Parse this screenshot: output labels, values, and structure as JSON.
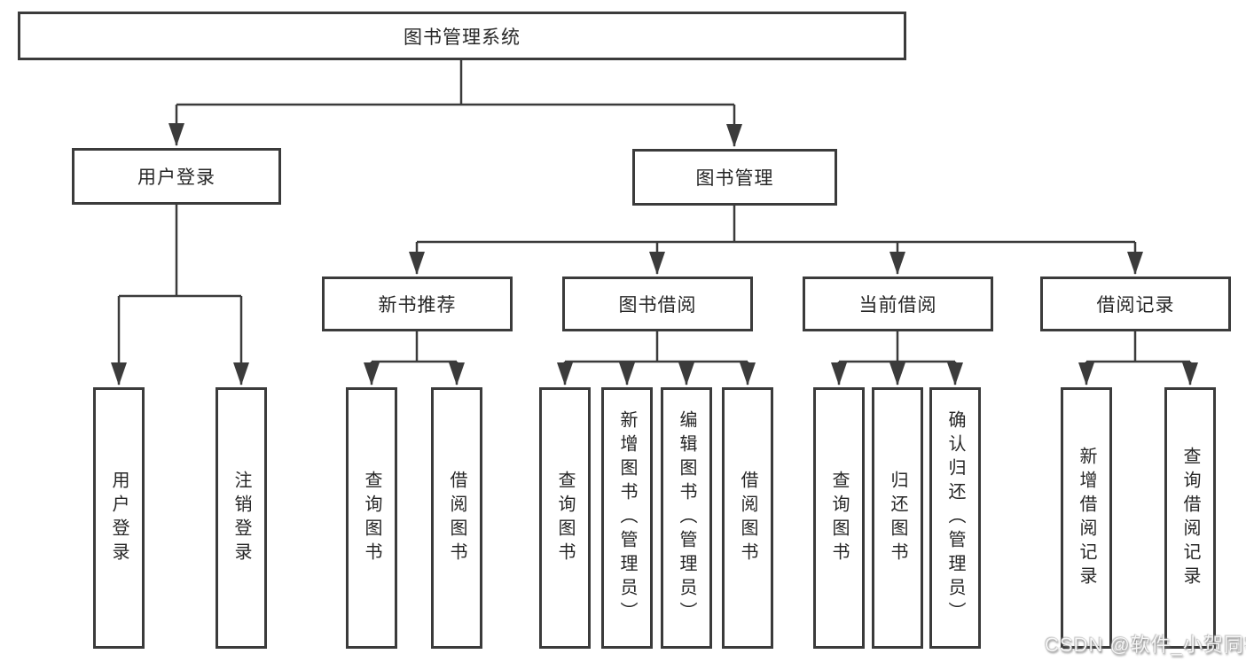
{
  "nodes": {
    "root": "图书管理系统",
    "user_login": "用户登录",
    "book_management": "图书管理",
    "user_login_children": [
      "用户登录",
      "注销登录"
    ],
    "new_book_recommend": "新书推荐",
    "book_borrow": "图书借阅",
    "current_borrow": "当前借阅",
    "borrow_records": "借阅记录",
    "new_book_children": [
      "查询图书",
      "借阅图书"
    ],
    "book_borrow_children": [
      "查询图书",
      "新增图书（管理员）",
      "编辑图书（管理员）",
      "借阅图书"
    ],
    "current_borrow_children": [
      "查询图书",
      "归还图书",
      "确认归还（管理员）"
    ],
    "borrow_records_children": [
      "新增借阅记录",
      "查询借阅记录"
    ]
  },
  "watermark": "CSDN @软件_小贺同学",
  "colors": {
    "line": "#3b3b3b",
    "text": "#262626",
    "background": "#ffffff"
  }
}
